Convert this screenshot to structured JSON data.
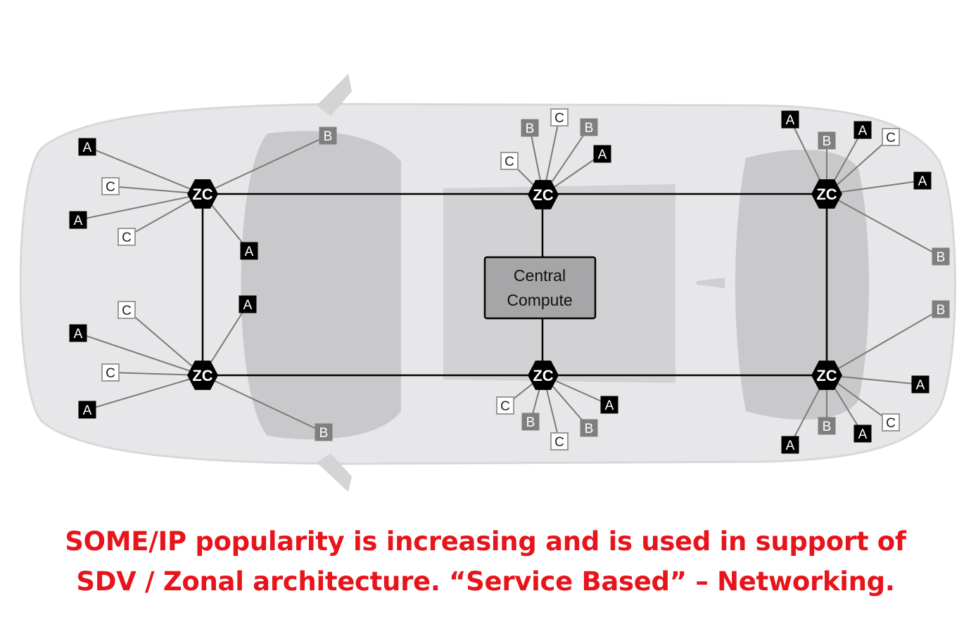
{
  "zc_label": "ZC",
  "central_compute": {
    "line1": "Central",
    "line2": "Compute"
  },
  "zones": {
    "front_left": [
      "A",
      "C",
      "A",
      "C",
      "A",
      "B"
    ],
    "rear_left": [
      "C",
      "A",
      "C",
      "A",
      "A",
      "B"
    ],
    "front_middle": [
      "B",
      "C",
      "B",
      "C",
      "A"
    ],
    "rear_middle": [
      "C",
      "B",
      "C",
      "B",
      "A"
    ],
    "front_right": [
      "A",
      "B",
      "A",
      "C",
      "A",
      "B"
    ],
    "rear_right": [
      "B",
      "A",
      "C",
      "A",
      "B",
      "A"
    ]
  },
  "colors": {
    "A_fill": "#000000",
    "B_fill": "#7f7f7f",
    "C_fill": "#ffffff",
    "caption": "#e8141b",
    "car_body": "#e6e6e8",
    "glass": "#c4c4c7"
  },
  "caption": {
    "line1": "SOME/IP popularity is increasing and is used in support of",
    "line2": "SDV / Zonal architecture. “Service Based” – Networking."
  }
}
